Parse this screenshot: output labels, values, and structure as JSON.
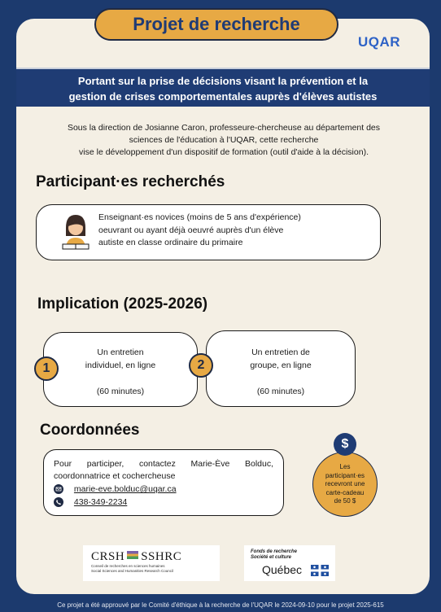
{
  "header": {
    "title": "Projet de recherche",
    "logo_text": "UQAR"
  },
  "banner": {
    "line1": "Portant sur la prise de décisions visant la prévention et la",
    "line2": "gestion de crises comportementales auprès d'élèves autistes"
  },
  "intro": {
    "line1": "Sous la direction de Josianne Caron, professeure-chercheuse au département des",
    "line2": "sciences de l'éducation à l'UQAR, cette recherche",
    "line3": "vise le développement d'un dispositif de formation (outil d'aide à la décision)."
  },
  "participants": {
    "heading": "Participant·es recherchés",
    "line1": "Enseignant·es novices (moins de 5 ans d'expérience)",
    "line2": "oeuvrant ou ayant déjà oeuvré auprès d'un élève",
    "line3": "autiste en classe ordinaire du primaire"
  },
  "implication": {
    "heading": "Implication (2025-2026)",
    "steps": [
      {
        "number": "1",
        "line1": "Un entretien",
        "line2": "individuel, en ligne",
        "duration": "(60 minutes)"
      },
      {
        "number": "2",
        "line1": "Un entretien de",
        "line2": "groupe, en ligne",
        "duration": "(60 minutes)"
      }
    ]
  },
  "contact": {
    "heading": "Coordonnées",
    "line1": "Pour participer, contactez Marie-Ève Bolduc,",
    "line2": "coordonnatrice et cochercheuse",
    "email": "marie-eve.bolduc@uqar.ca",
    "phone": "438-349-2234"
  },
  "gift": {
    "symbol": "$",
    "line1": "Les",
    "line2": "participant·es",
    "line3": "recevront une",
    "line4": "carte-cadeau",
    "line5": "de 50 $"
  },
  "logos": {
    "crsh_left": "CRSH",
    "crsh_right": "SSHRC",
    "crsh_sub1": "Conseil de recherches en sciences humaines",
    "crsh_sub2": "Social Sciences and Humanities Research Council",
    "frq_line1": "Fonds de recherche",
    "frq_line2": "Société et culture",
    "frq_line3": "Québec"
  },
  "footer": {
    "text": "Ce projet a été approuvé par le Comité d'éthique à la recherche de l'UQAR le  2024-09-10 pour le projet 2025-615"
  },
  "colors": {
    "navy": "#1c3a6e",
    "gold": "#e7a944",
    "card": "#f4efe4",
    "uqar_blue": "#2e62c6"
  }
}
